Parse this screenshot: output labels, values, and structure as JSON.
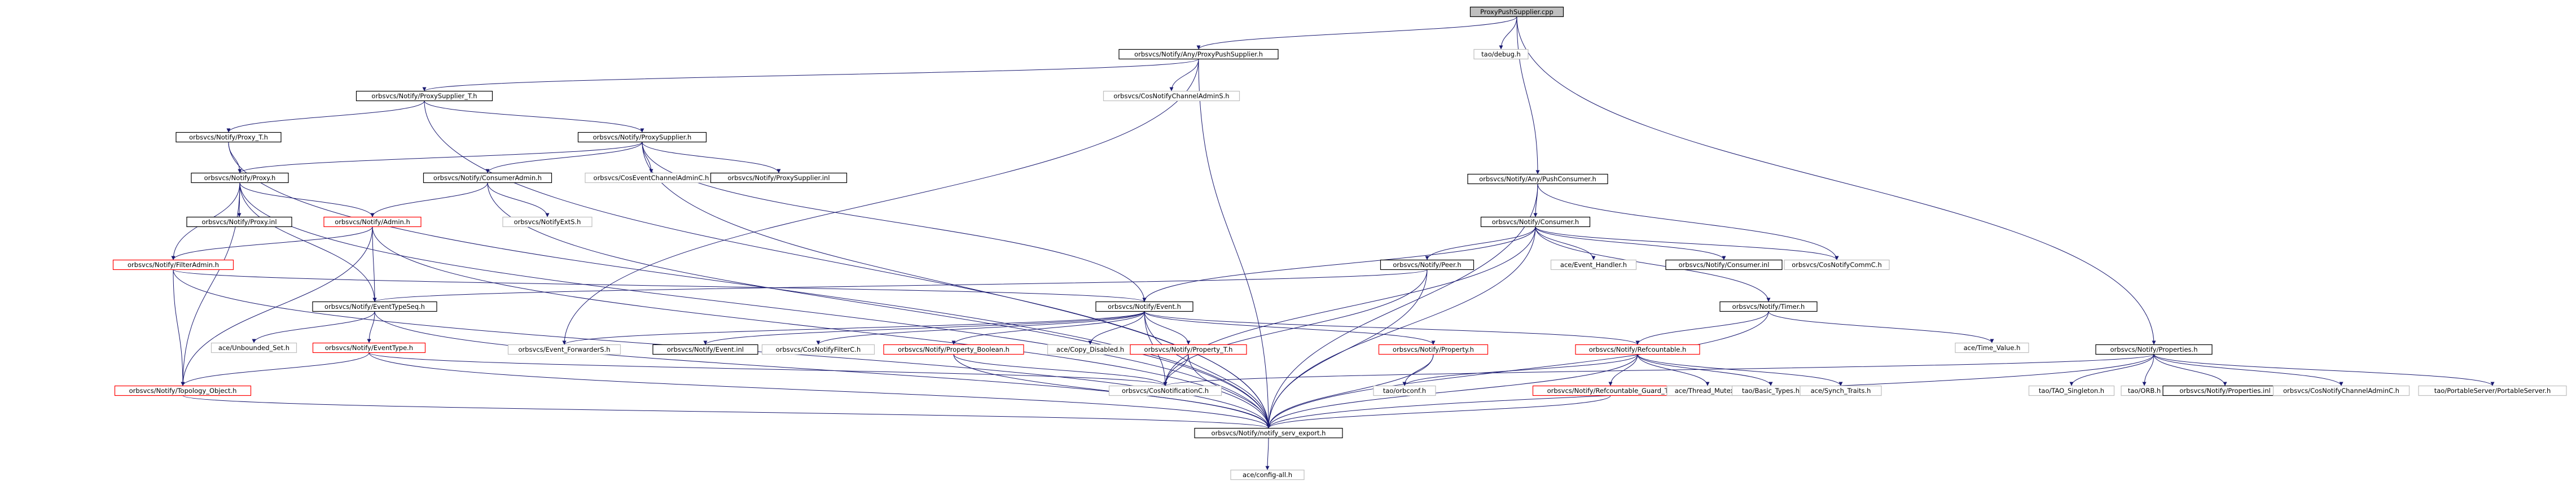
{
  "diagram": {
    "nodes": [
      {
        "id": "root",
        "label": "ProxyPushSupplier.cpp",
        "kind": "root"
      },
      {
        "id": "anyPPS",
        "label": "orbsvcs/Notify/Any/ProxyPushSupplier.h",
        "kind": "documented"
      },
      {
        "id": "tao_debug",
        "label": "tao/debug.h",
        "kind": "undocumented"
      },
      {
        "id": "proxySupplierT",
        "label": "orbsvcs/Notify/ProxySupplier_T.h",
        "kind": "documented"
      },
      {
        "id": "cosNCAS",
        "label": "orbsvcs/CosNotifyChannelAdminS.h",
        "kind": "undocumented"
      },
      {
        "id": "proxyT",
        "label": "orbsvcs/Notify/Proxy_T.h",
        "kind": "documented"
      },
      {
        "id": "proxySupplier",
        "label": "orbsvcs/Notify/ProxySupplier.h",
        "kind": "documented"
      },
      {
        "id": "proxy",
        "label": "orbsvcs/Notify/Proxy.h",
        "kind": "documented"
      },
      {
        "id": "consumerAdmin",
        "label": "orbsvcs/Notify/ConsumerAdmin.h",
        "kind": "documented"
      },
      {
        "id": "cosECAC",
        "label": "orbsvcs/CosEventChannelAdminC.h",
        "kind": "undocumented"
      },
      {
        "id": "proxySupplierInl",
        "label": "orbsvcs/Notify/ProxySupplier.inl",
        "kind": "documented"
      },
      {
        "id": "proxyInl",
        "label": "orbsvcs/Notify/Proxy.inl",
        "kind": "documented"
      },
      {
        "id": "admin",
        "label": "orbsvcs/Notify/Admin.h",
        "kind": "partial"
      },
      {
        "id": "notifyExtS",
        "label": "orbsvcs/NotifyExtS.h",
        "kind": "undocumented"
      },
      {
        "id": "filterAdmin",
        "label": "orbsvcs/Notify/FilterAdmin.h",
        "kind": "partial"
      },
      {
        "id": "eventTypeSeq",
        "label": "orbsvcs/Notify/EventTypeSeq.h",
        "kind": "documented"
      },
      {
        "id": "unboundedSet",
        "label": "ace/Unbounded_Set.h",
        "kind": "undocumented"
      },
      {
        "id": "eventType",
        "label": "orbsvcs/Notify/EventType.h",
        "kind": "partial"
      },
      {
        "id": "topologyObject",
        "label": "orbsvcs/Notify/Topology_Object.h",
        "kind": "partial"
      },
      {
        "id": "anyPPC",
        "label": "orbsvcs/Notify/Any/PushConsumer.h",
        "kind": "documented"
      },
      {
        "id": "consumer",
        "label": "orbsvcs/Notify/Consumer.h",
        "kind": "documented"
      },
      {
        "id": "peer",
        "label": "orbsvcs/Notify/Peer.h",
        "kind": "documented"
      },
      {
        "id": "eventHandler",
        "label": "ace/Event_Handler.h",
        "kind": "undocumented"
      },
      {
        "id": "consumerInl",
        "label": "orbsvcs/Notify/Consumer.inl",
        "kind": "documented"
      },
      {
        "id": "cosNotifyCommC",
        "label": "orbsvcs/CosNotifyCommC.h",
        "kind": "undocumented"
      },
      {
        "id": "timer",
        "label": "orbsvcs/Notify/Timer.h",
        "kind": "documented"
      },
      {
        "id": "event",
        "label": "orbsvcs/Notify/Event.h",
        "kind": "documented"
      },
      {
        "id": "timeValue",
        "label": "ace/Time_Value.h",
        "kind": "undocumented"
      },
      {
        "id": "eventForwarderS",
        "label": "orbsvcs/Event_ForwarderS.h",
        "kind": "undocumented"
      },
      {
        "id": "eventInl",
        "label": "orbsvcs/Notify/Event.inl",
        "kind": "documented"
      },
      {
        "id": "cosNotifyFilterC",
        "label": "orbsvcs/CosNotifyFilterC.h",
        "kind": "undocumented"
      },
      {
        "id": "propertyBoolean",
        "label": "orbsvcs/Notify/Property_Boolean.h",
        "kind": "partial"
      },
      {
        "id": "copyDisabled",
        "label": "ace/Copy_Disabled.h",
        "kind": "undocumented"
      },
      {
        "id": "propertyT",
        "label": "orbsvcs/Notify/Property_T.h",
        "kind": "partial"
      },
      {
        "id": "property",
        "label": "orbsvcs/Notify/Property.h",
        "kind": "partial"
      },
      {
        "id": "refcountable",
        "label": "orbsvcs/Notify/Refcountable.h",
        "kind": "partial"
      },
      {
        "id": "properties",
        "label": "orbsvcs/Notify/Properties.h",
        "kind": "documented"
      },
      {
        "id": "cosNotificationC",
        "label": "orbsvcs/CosNotificationC.h",
        "kind": "undocumented"
      },
      {
        "id": "orbconf",
        "label": "tao/orbconf.h",
        "kind": "undocumented"
      },
      {
        "id": "refcountableGuardT",
        "label": "orbsvcs/Notify/Refcountable_Guard_T.h",
        "kind": "partial"
      },
      {
        "id": "threadMutex",
        "label": "ace/Thread_Mutex.h",
        "kind": "undocumented"
      },
      {
        "id": "basicTypes",
        "label": "tao/Basic_Types.h",
        "kind": "undocumented"
      },
      {
        "id": "synchTraits",
        "label": "ace/Synch_Traits.h",
        "kind": "undocumented"
      },
      {
        "id": "taoSingleton",
        "label": "tao/TAO_Singleton.h",
        "kind": "undocumented"
      },
      {
        "id": "orbH",
        "label": "tao/ORB.h",
        "kind": "undocumented"
      },
      {
        "id": "propertiesInl",
        "label": "orbsvcs/Notify/Properties.inl",
        "kind": "documented"
      },
      {
        "id": "cosNCAC",
        "label": "orbsvcs/CosNotifyChannelAdminC.h",
        "kind": "undocumented"
      },
      {
        "id": "portableServer",
        "label": "tao/PortableServer/PortableServer.h",
        "kind": "undocumented"
      },
      {
        "id": "servExport",
        "label": "orbsvcs/Notify/notify_serv_export.h",
        "kind": "documented"
      },
      {
        "id": "configAll",
        "label": "ace/config-all.h",
        "kind": "undocumented"
      }
    ],
    "edges": [
      [
        "root",
        "anyPPS"
      ],
      [
        "root",
        "tao_debug"
      ],
      [
        "root",
        "anyPPC"
      ],
      [
        "root",
        "properties"
      ],
      [
        "anyPPS",
        "proxySupplierT"
      ],
      [
        "anyPPS",
        "cosNCAS"
      ],
      [
        "anyPPS",
        "eventForwarderS"
      ],
      [
        "anyPPS",
        "servExport"
      ],
      [
        "proxySupplierT",
        "proxyT"
      ],
      [
        "proxySupplierT",
        "proxySupplier"
      ],
      [
        "proxySupplierT",
        "servExport"
      ],
      [
        "proxyT",
        "proxy"
      ],
      [
        "proxyT",
        "servExport"
      ],
      [
        "proxySupplier",
        "proxy"
      ],
      [
        "proxySupplier",
        "consumerAdmin"
      ],
      [
        "proxySupplier",
        "cosECAC"
      ],
      [
        "proxySupplier",
        "proxySupplierInl"
      ],
      [
        "proxySupplier",
        "event"
      ],
      [
        "proxySupplier",
        "servExport"
      ],
      [
        "proxy",
        "proxyInl"
      ],
      [
        "proxy",
        "admin"
      ],
      [
        "proxy",
        "filterAdmin"
      ],
      [
        "proxy",
        "eventTypeSeq"
      ],
      [
        "proxy",
        "topologyObject"
      ],
      [
        "proxy",
        "servExport"
      ],
      [
        "consumerAdmin",
        "admin"
      ],
      [
        "consumerAdmin",
        "notifyExtS"
      ],
      [
        "consumerAdmin",
        "servExport"
      ],
      [
        "admin",
        "filterAdmin"
      ],
      [
        "admin",
        "eventTypeSeq"
      ],
      [
        "admin",
        "topologyObject"
      ],
      [
        "admin",
        "servExport"
      ],
      [
        "filterAdmin",
        "event"
      ],
      [
        "filterAdmin",
        "topologyObject"
      ],
      [
        "filterAdmin",
        "servExport"
      ],
      [
        "eventTypeSeq",
        "unboundedSet"
      ],
      [
        "eventTypeSeq",
        "eventType"
      ],
      [
        "eventTypeSeq",
        "servExport"
      ],
      [
        "eventType",
        "topologyObject"
      ],
      [
        "eventType",
        "cosNotificationC"
      ],
      [
        "eventType",
        "servExport"
      ],
      [
        "topologyObject",
        "servExport"
      ],
      [
        "anyPPC",
        "consumer"
      ],
      [
        "anyPPC",
        "cosNotifyCommC"
      ],
      [
        "anyPPC",
        "servExport"
      ],
      [
        "consumer",
        "peer"
      ],
      [
        "consumer",
        "eventHandler"
      ],
      [
        "consumer",
        "consumerInl"
      ],
      [
        "consumer",
        "cosNotifyCommC"
      ],
      [
        "consumer",
        "timer"
      ],
      [
        "consumer",
        "event"
      ],
      [
        "consumer",
        "cosNotificationC"
      ],
      [
        "consumer",
        "servExport"
      ],
      [
        "peer",
        "eventTypeSeq"
      ],
      [
        "peer",
        "cosNotificationC"
      ],
      [
        "peer",
        "servExport"
      ],
      [
        "timer",
        "timeValue"
      ],
      [
        "timer",
        "refcountable"
      ],
      [
        "timer",
        "servExport"
      ],
      [
        "event",
        "eventForwarderS"
      ],
      [
        "event",
        "eventInl"
      ],
      [
        "event",
        "cosNotifyFilterC"
      ],
      [
        "event",
        "propertyBoolean"
      ],
      [
        "event",
        "copyDisabled"
      ],
      [
        "event",
        "propertyT"
      ],
      [
        "event",
        "property"
      ],
      [
        "event",
        "refcountable"
      ],
      [
        "event",
        "cosNotificationC"
      ],
      [
        "event",
        "servExport"
      ],
      [
        "propertyBoolean",
        "cosNotificationC"
      ],
      [
        "propertyBoolean",
        "servExport"
      ],
      [
        "propertyT",
        "cosNotificationC"
      ],
      [
        "propertyT",
        "servExport"
      ],
      [
        "property",
        "orbconf"
      ],
      [
        "property",
        "servExport"
      ],
      [
        "refcountable",
        "refcountableGuardT"
      ],
      [
        "refcountable",
        "threadMutex"
      ],
      [
        "refcountable",
        "basicTypes"
      ],
      [
        "refcountable",
        "synchTraits"
      ],
      [
        "refcountable",
        "orbconf"
      ],
      [
        "refcountable",
        "servExport"
      ],
      [
        "refcountableGuardT",
        "servExport"
      ],
      [
        "properties",
        "taoSingleton"
      ],
      [
        "properties",
        "orbH"
      ],
      [
        "properties",
        "propertiesInl"
      ],
      [
        "properties",
        "cosNCAC"
      ],
      [
        "properties",
        "portableServer"
      ],
      [
        "properties",
        "cosNotificationC"
      ],
      [
        "properties",
        "servExport"
      ],
      [
        "servExport",
        "configAll"
      ]
    ]
  }
}
